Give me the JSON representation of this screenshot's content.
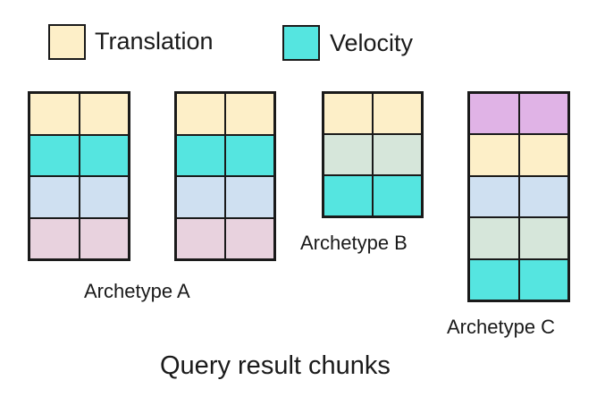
{
  "legend": {
    "translation": {
      "label": "Translation",
      "color": "#fdefc8"
    },
    "velocity": {
      "label": "Velocity",
      "color": "#55e5e0"
    }
  },
  "component_colors": {
    "translation": "#fdefc8",
    "velocity": "#55e5e0",
    "blue": "#cfe0f1",
    "pink": "#e8d2de",
    "green": "#d6e6da",
    "purple": "#e0b3e6"
  },
  "archetypes": [
    {
      "caption": "Archetype A",
      "rows": [
        "translation",
        "velocity",
        "blue",
        "pink"
      ]
    },
    {
      "caption": "",
      "rows": [
        "translation",
        "velocity",
        "blue",
        "pink"
      ]
    },
    {
      "caption": "Archetype B",
      "rows": [
        "translation",
        "green",
        "velocity"
      ]
    },
    {
      "caption": "Archetype C",
      "rows": [
        "purple",
        "translation",
        "blue",
        "green",
        "velocity"
      ]
    }
  ],
  "title": "Query result chunks"
}
